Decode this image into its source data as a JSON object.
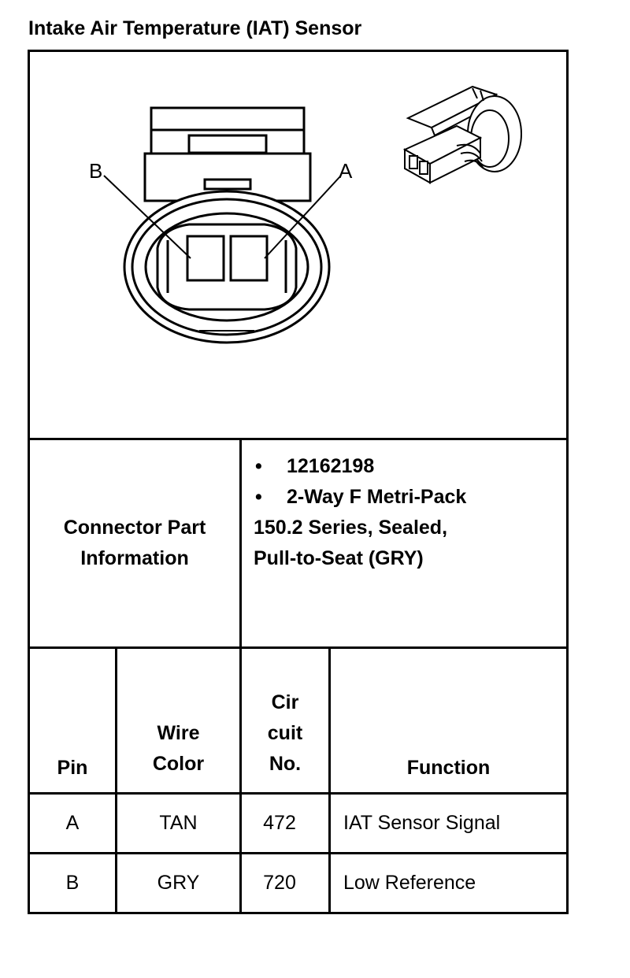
{
  "title": "Intake Air Temperature (IAT) Sensor",
  "diagram": {
    "pin_labels": [
      "B",
      "A"
    ]
  },
  "connector_info": {
    "label_line1": "Connector Part",
    "label_line2": "Information",
    "bullets": [
      "12162198",
      "2-Way F Metri-Pack"
    ],
    "continuation": [
      "150.2 Series, Sealed,",
      "Pull-to-Seat (GRY)"
    ]
  },
  "table": {
    "headers": {
      "pin": "Pin",
      "wire_color": [
        "Wire",
        "Color"
      ],
      "circuit": [
        "Cir",
        "cuit",
        "No."
      ],
      "function": "Function"
    },
    "rows": [
      {
        "pin": "A",
        "wire_color": "TAN",
        "circuit": "472",
        "function": "IAT Sensor Signal"
      },
      {
        "pin": "B",
        "wire_color": "GRY",
        "circuit": "720",
        "function": "Low Reference"
      }
    ]
  }
}
